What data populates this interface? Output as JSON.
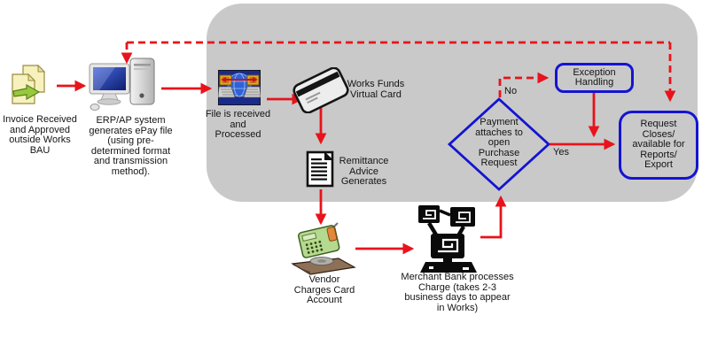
{
  "diagram_title": "ePay virtual card payment process flow",
  "colors": {
    "flow_arrow_red": "#e8131b",
    "shape_border_blue": "#1414d2",
    "panel_gray": "#c9c9c9"
  },
  "nodes": {
    "invoice": {
      "label": "Invoice Received\nand Approved\noutside Works\nBAU",
      "icon": "documents-arrow-icon"
    },
    "erp": {
      "label": "ERP/AP system\ngenerates ePay file\n(using pre-\ndetermined format\nand transmission\nmethod).",
      "icon": "desktop-computer-icon"
    },
    "file_received": {
      "label": "File is received\nand\nProcessed",
      "icon": "network-transfer-icon"
    },
    "virtual_card": {
      "label": "Works Funds\nVirtual Card",
      "icon": "credit-card-icon"
    },
    "remittance": {
      "label": "Remittance\nAdvice\nGenerates",
      "icon": "document-lines-icon"
    },
    "vendor": {
      "label": "Vendor\nCharges Card\nAccount",
      "icon": "cash-register-icon"
    },
    "merchant": {
      "label": "Merchant Bank processes\nCharge (takes 2-3\nbusiness days to appear\nin Works)",
      "icon": "computer-network-icon"
    },
    "decision": {
      "label": "Payment\nattaches to\nopen\nPurchase\nRequest",
      "shape": "diamond"
    },
    "exception": {
      "label": "Exception\nHandling",
      "shape": "rounded-rectangle"
    },
    "request_closes": {
      "label": "Request\nCloses/\navailable for\nReports/\nExport",
      "shape": "rounded-rectangle"
    }
  },
  "edge_labels": {
    "no": "No",
    "yes": "Yes"
  }
}
